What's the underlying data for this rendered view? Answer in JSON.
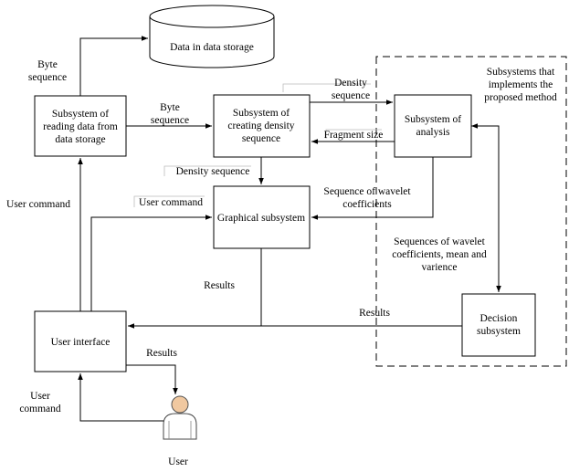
{
  "diagram": {
    "storage": {
      "label": "Data in data storage"
    },
    "reading": {
      "line1": "Subsystem of",
      "line2": "reading data from",
      "line3": "data storage"
    },
    "density": {
      "line1": "Subsystem of",
      "line2": "creating density",
      "line3": "sequence"
    },
    "analysis": {
      "line1": "Subsystem of",
      "line2": "analysis"
    },
    "graphical": {
      "label": "Graphical subsystem"
    },
    "user_interface": {
      "label": "User interface"
    },
    "decision": {
      "line1": "Decision",
      "line2": "subsystem"
    },
    "user": {
      "label": "User"
    },
    "method_region": {
      "line1": "Subsystems that",
      "line2": "implements the",
      "line3": "proposed method"
    },
    "edge_labels": {
      "byte_seq_top": {
        "line1": "Byte",
        "line2": "sequence"
      },
      "byte_seq_mid": {
        "line1": "Byte",
        "line2": "sequence"
      },
      "density_seq_top": {
        "line1": "Density",
        "line2": "sequence"
      },
      "fragment_size": "Fragment size",
      "density_seq_left": "Density sequence",
      "user_command_mid": "User command",
      "wavelet_coeffs": {
        "line1": "Sequence of wavelet",
        "line2": "coefficients"
      },
      "user_command_left": "User command",
      "sequences_wavelet": {
        "line1": "Sequences of wavelet",
        "line2": "coefficients, mean and",
        "line3": "varience"
      },
      "results_graphical": "Results",
      "results_decision": "Results",
      "results_ui": "Results",
      "user_command_bottom": {
        "line1": "User",
        "line2": "command"
      }
    }
  }
}
